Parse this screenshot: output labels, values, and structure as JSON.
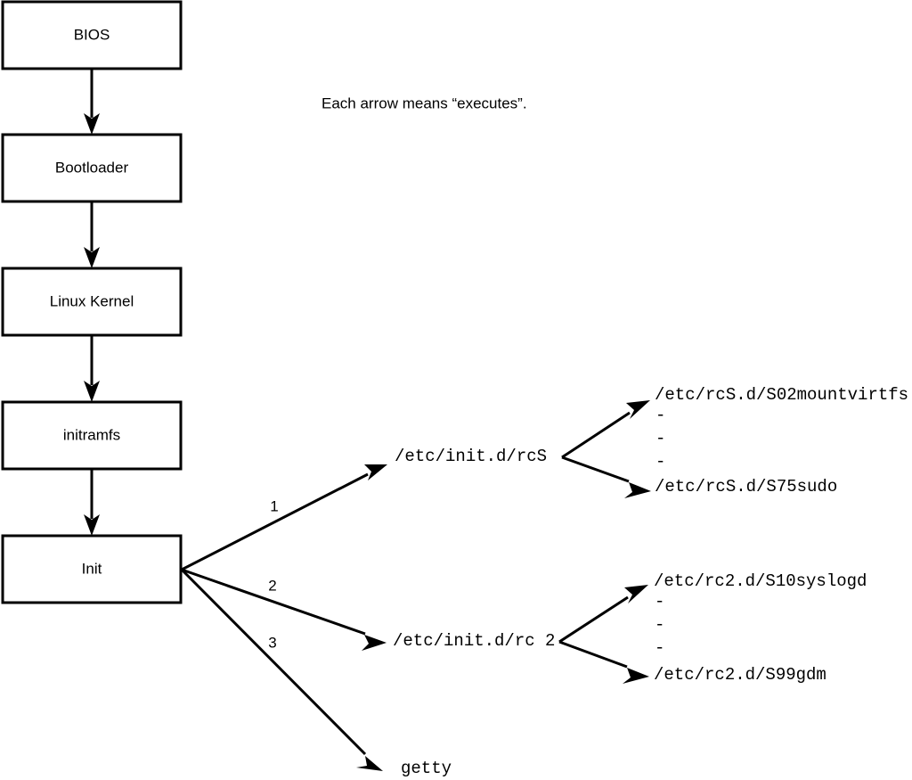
{
  "caption": {
    "text": "Each arrow means “executes”."
  },
  "boot_chain": {
    "nodes": [
      {
        "label": "BIOS"
      },
      {
        "label": "Bootloader"
      },
      {
        "label": "Linux Kernel"
      },
      {
        "label": "initramfs"
      },
      {
        "label": "Init"
      }
    ]
  },
  "init_branches": [
    {
      "number": "1",
      "label": "/etc/init.d/rcS"
    },
    {
      "number": "2",
      "label": "/etc/init.d/rc 2"
    },
    {
      "number": "3",
      "label": "getty"
    }
  ],
  "rcs_scripts": {
    "first": "/etc/rcS.d/S02mountvirtfs",
    "ellipsis": [
      "-",
      "-",
      "-"
    ],
    "last": "/etc/rcS.d/S75sudo"
  },
  "rc2_scripts": {
    "first": "/etc/rc2.d/S10syslogd",
    "ellipsis": [
      "-",
      "-",
      "-"
    ],
    "last": "/etc/rc2.d/S99gdm"
  },
  "colors": {
    "stroke": "#000000",
    "fill": "#ffffff",
    "text": "#000000"
  }
}
